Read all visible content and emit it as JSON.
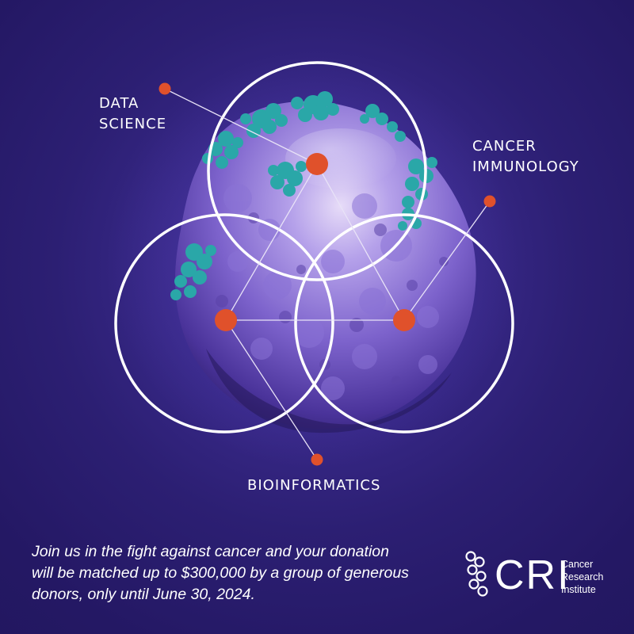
{
  "labels": {
    "data_science": [
      "DATA",
      "SCIENCE"
    ],
    "cancer_immunology": [
      "CANCER",
      "IMMUNOLOGY"
    ],
    "bioinformatics": "BIOINFORMATICS"
  },
  "footer": {
    "lines": [
      "Join us in the fight against cancer and your donation",
      "will be matched up to $300,000 by a group of generous",
      "donors, only until June 30, 2024."
    ]
  },
  "logo": {
    "wordmark": "CRI",
    "subtitle": [
      "Cancer",
      "Research",
      "Institute"
    ]
  },
  "colors": {
    "background": "#2c1f73",
    "cell": "#7a62c9",
    "protein": "#2aa7a8",
    "node": "#e0512b",
    "ring": "#ffffff"
  }
}
